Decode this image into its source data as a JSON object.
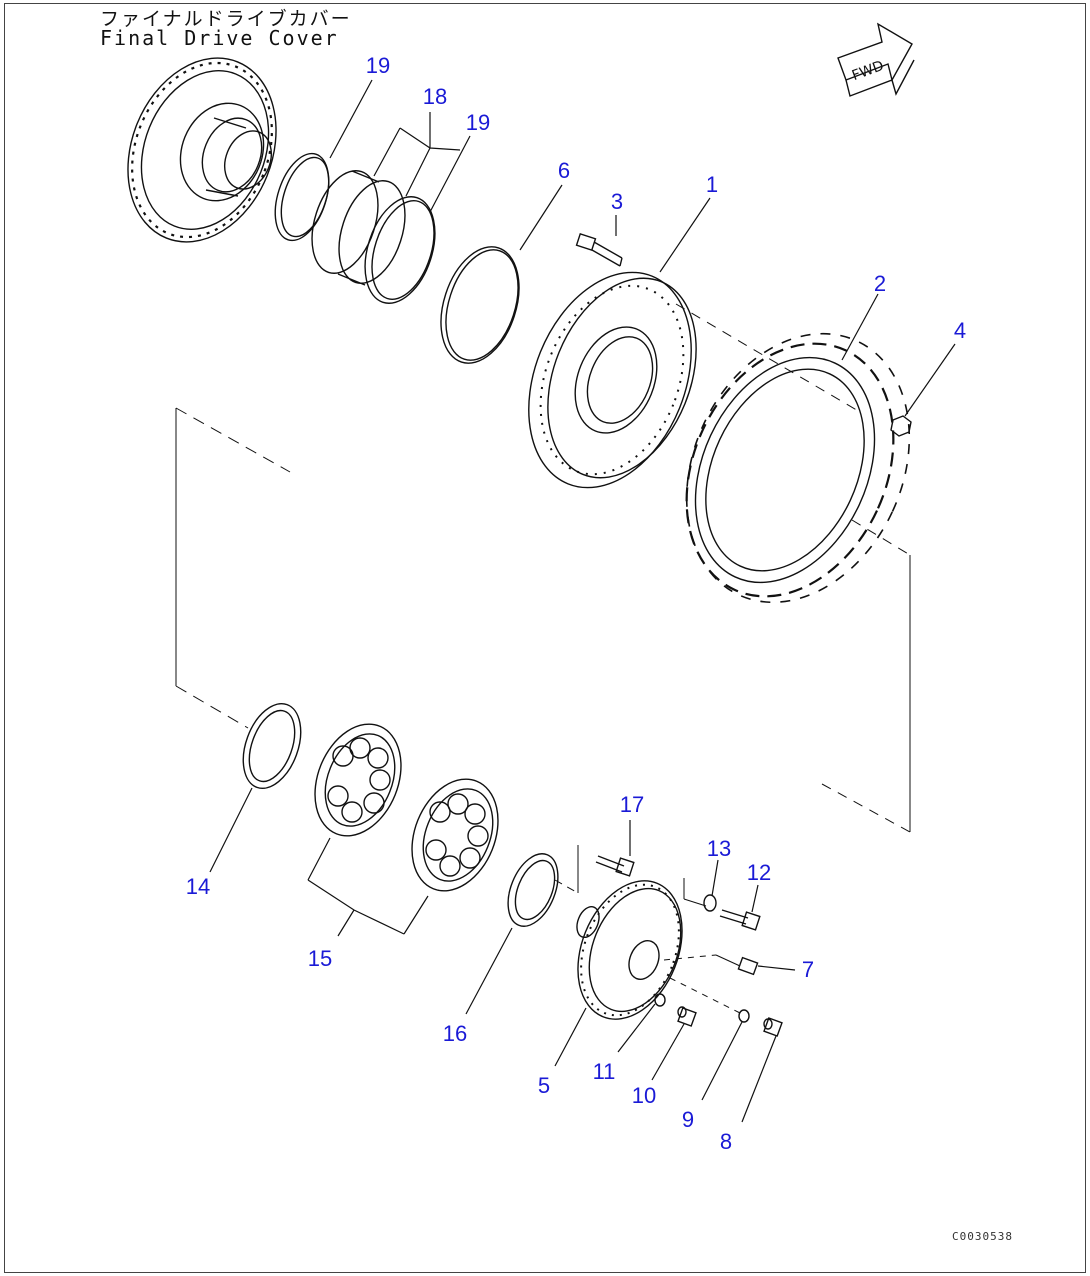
{
  "title": {
    "japanese": "ファイナルドライブカバー",
    "english": "Final Drive Cover"
  },
  "direction_marker": "FWD",
  "figure_code": "C0030538",
  "callouts": [
    {
      "id": "c19a",
      "number": "19"
    },
    {
      "id": "c18",
      "number": "18"
    },
    {
      "id": "c19b",
      "number": "19"
    },
    {
      "id": "c6",
      "number": "6"
    },
    {
      "id": "c3",
      "number": "3"
    },
    {
      "id": "c1",
      "number": "1"
    },
    {
      "id": "c2",
      "number": "2"
    },
    {
      "id": "c4",
      "number": "4"
    },
    {
      "id": "c17",
      "number": "17"
    },
    {
      "id": "c13",
      "number": "13"
    },
    {
      "id": "c12",
      "number": "12"
    },
    {
      "id": "c14",
      "number": "14"
    },
    {
      "id": "c7",
      "number": "7"
    },
    {
      "id": "c15",
      "number": "15"
    },
    {
      "id": "c16",
      "number": "16"
    },
    {
      "id": "c11",
      "number": "11"
    },
    {
      "id": "c10",
      "number": "10"
    },
    {
      "id": "c5",
      "number": "5"
    },
    {
      "id": "c9",
      "number": "9"
    },
    {
      "id": "c8",
      "number": "8"
    }
  ]
}
